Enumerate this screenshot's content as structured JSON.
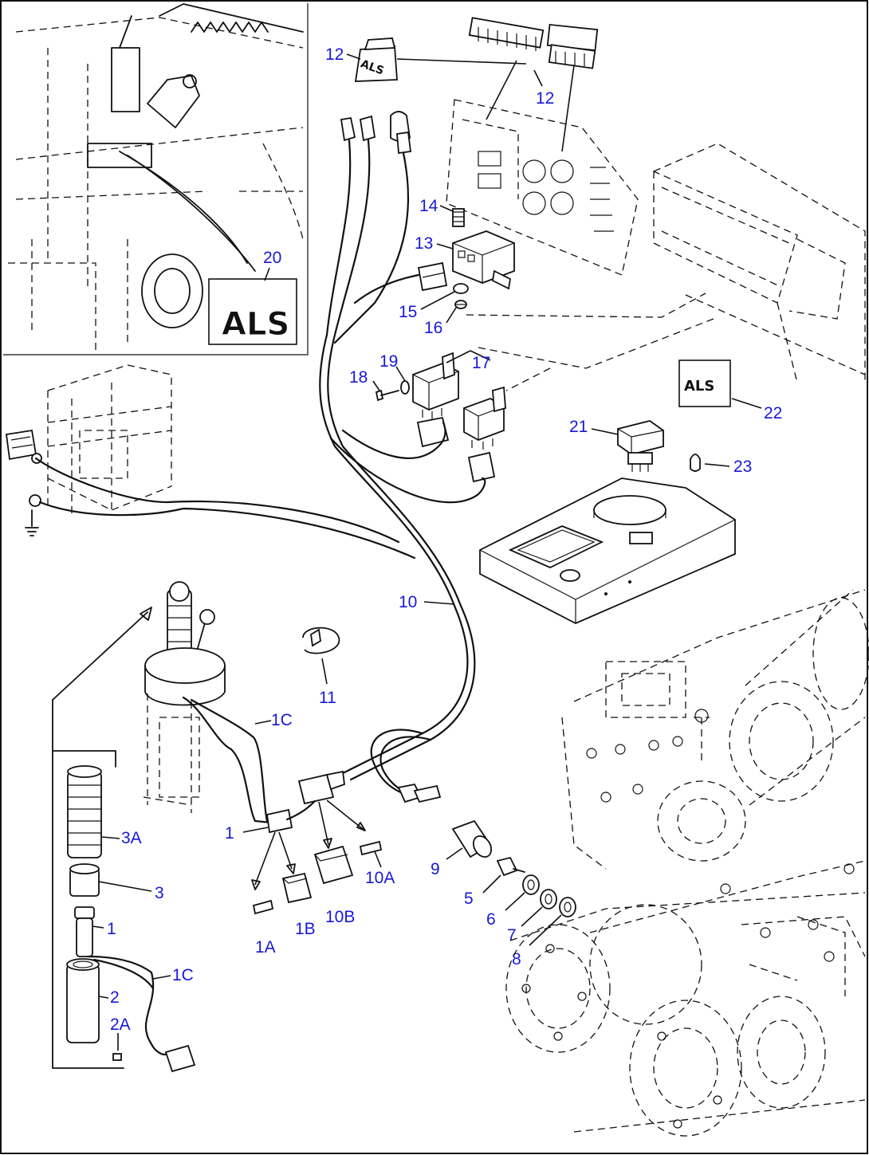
{
  "callouts": {
    "c12a": "12",
    "c12b": "12",
    "c14": "14",
    "c13": "13",
    "c15": "15",
    "c16": "16",
    "c20": "20",
    "c18": "18",
    "c19": "19",
    "c17": "17",
    "c22": "22",
    "c21": "21",
    "c23": "23",
    "c10": "10",
    "c11": "11",
    "c1C_top": "1C",
    "c1_mid": "1",
    "c3A": "3A",
    "c3": "3",
    "c1_low": "1",
    "c1C_low": "1C",
    "c2": "2",
    "c2A": "2A",
    "c1A": "1A",
    "c1B": "1B",
    "c10B": "10B",
    "c10A": "10A",
    "c9": "9",
    "c5": "5",
    "c6": "6",
    "c7": "7",
    "c8": "8"
  },
  "decals": {
    "als_20": "ALS",
    "als_12": "ALS",
    "als_22": "ALS"
  }
}
